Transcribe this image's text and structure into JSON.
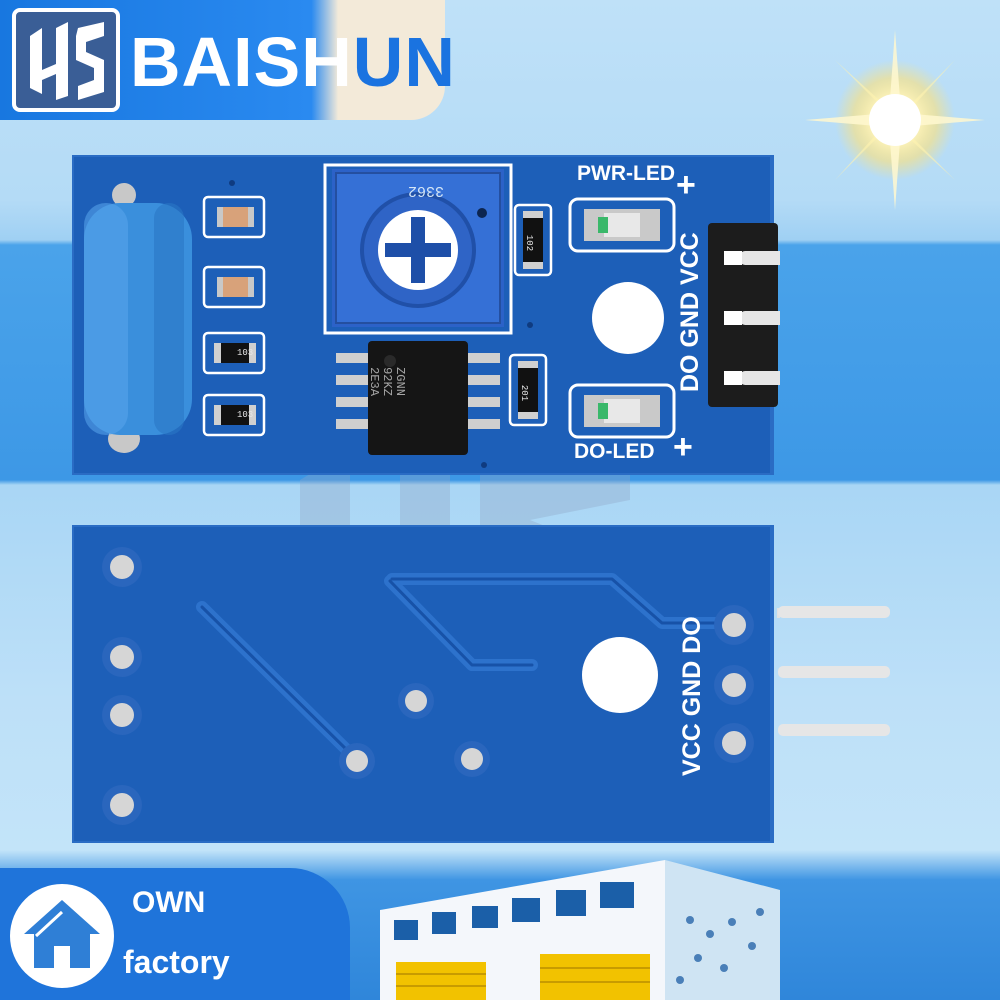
{
  "brand": {
    "name_main": "BAISH",
    "name_tail": "UN",
    "logo_icon": "baishun-logo-icon"
  },
  "board_top": {
    "pwr_led_label": "PWR-LED",
    "do_led_label": "DO-LED",
    "plus_mark": "+",
    "pin_labels": "DO GND VCC",
    "potentiometer_marking": "3362",
    "chip_marking": "ZGNN\n92KZ\n2E3A",
    "resistor_markings": [
      "103",
      "103",
      "102",
      "201"
    ],
    "sensor_component": "vibration-sensor-cylinder"
  },
  "board_bottom": {
    "pin_labels": "VCC GND DO"
  },
  "badge": {
    "line1": "OWN",
    "line2": "factory",
    "icon": "home-icon"
  },
  "decor": {
    "sun_icon": "sun-icon",
    "building_icon": "factory-building-icon"
  },
  "colors": {
    "pcb_blue": "#1d5fb8",
    "brand_blue": "#1877e0",
    "header_black": "#1c1c1c"
  }
}
